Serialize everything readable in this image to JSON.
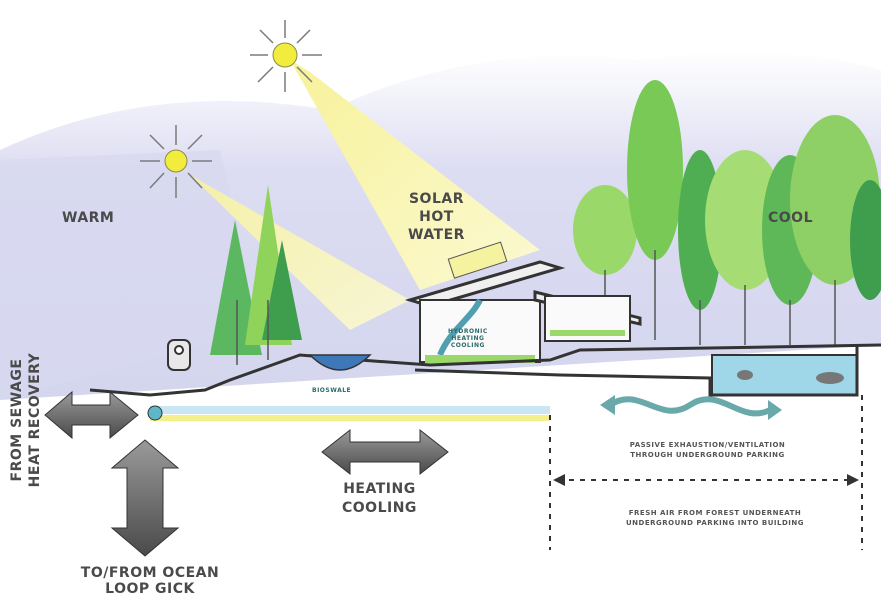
{
  "labels": {
    "warm": "WARM",
    "cool": "COOL",
    "solar_line1": "SOLAR",
    "solar_line2": "HOT",
    "solar_line3": "WATER",
    "heating": "HEATING",
    "cooling": "COOLING",
    "sewage_line1": "FROM SEWAGE",
    "sewage_line2": "HEAT RECOVERY",
    "ocean_line1": "TO/FROM OCEAN",
    "ocean_line2": "LOOP GICK",
    "bioswale": "BIOSWALE",
    "hydronic_line1": "HYDRONIC",
    "hydronic_line2": "HEATING",
    "hydronic_line3": "COOLING",
    "passive_line1": "PASSIVE EXHAUSTION/VENTILATION",
    "passive_line2": "THROUGH UNDERGROUND PARKING",
    "fresh_line1": "FRESH AIR FROM FOREST UNDERNEATH",
    "fresh_line2": "UNDERGROUND PARKING INTO BUILDING"
  },
  "colors": {
    "sky": "#d9daf0",
    "sun": "#f2ec3c",
    "beam": "#f6f3a0",
    "tree_light": "#8fd35a",
    "tree_dark": "#2f9a4f",
    "water": "#9fd6e8",
    "pipe": "#c9e6f2",
    "arrow_gray": "#6d6d6d",
    "ground_line": "#333333"
  }
}
